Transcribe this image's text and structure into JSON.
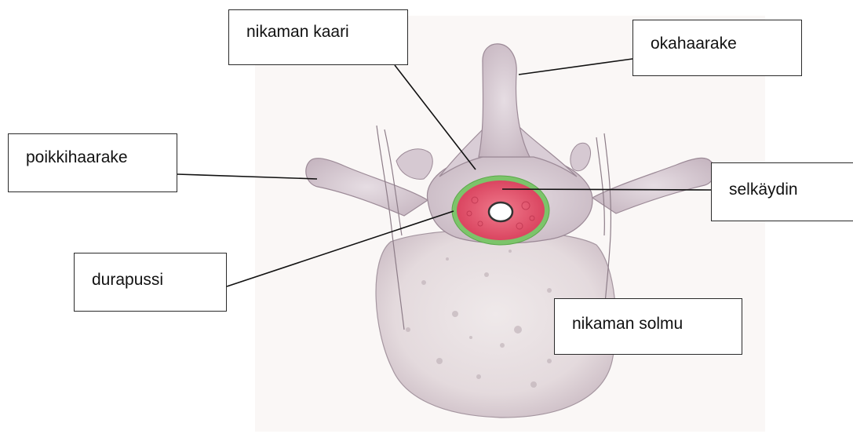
{
  "labels": {
    "nikaman_kaari": "nikaman kaari",
    "okahaarake": "okahaarake",
    "poikkihaarake": "poikkihaarake",
    "selkaydin": "selkäydin",
    "durapussi": "durapussi",
    "nikaman_solmu": "nikaman solmu"
  },
  "colors": {
    "bone": "#ddd3db",
    "bone_shadow": "#b9a8b4",
    "spinal_cord": "#e0506a",
    "dura": "#7cc46a",
    "leader_line": "#111111"
  }
}
